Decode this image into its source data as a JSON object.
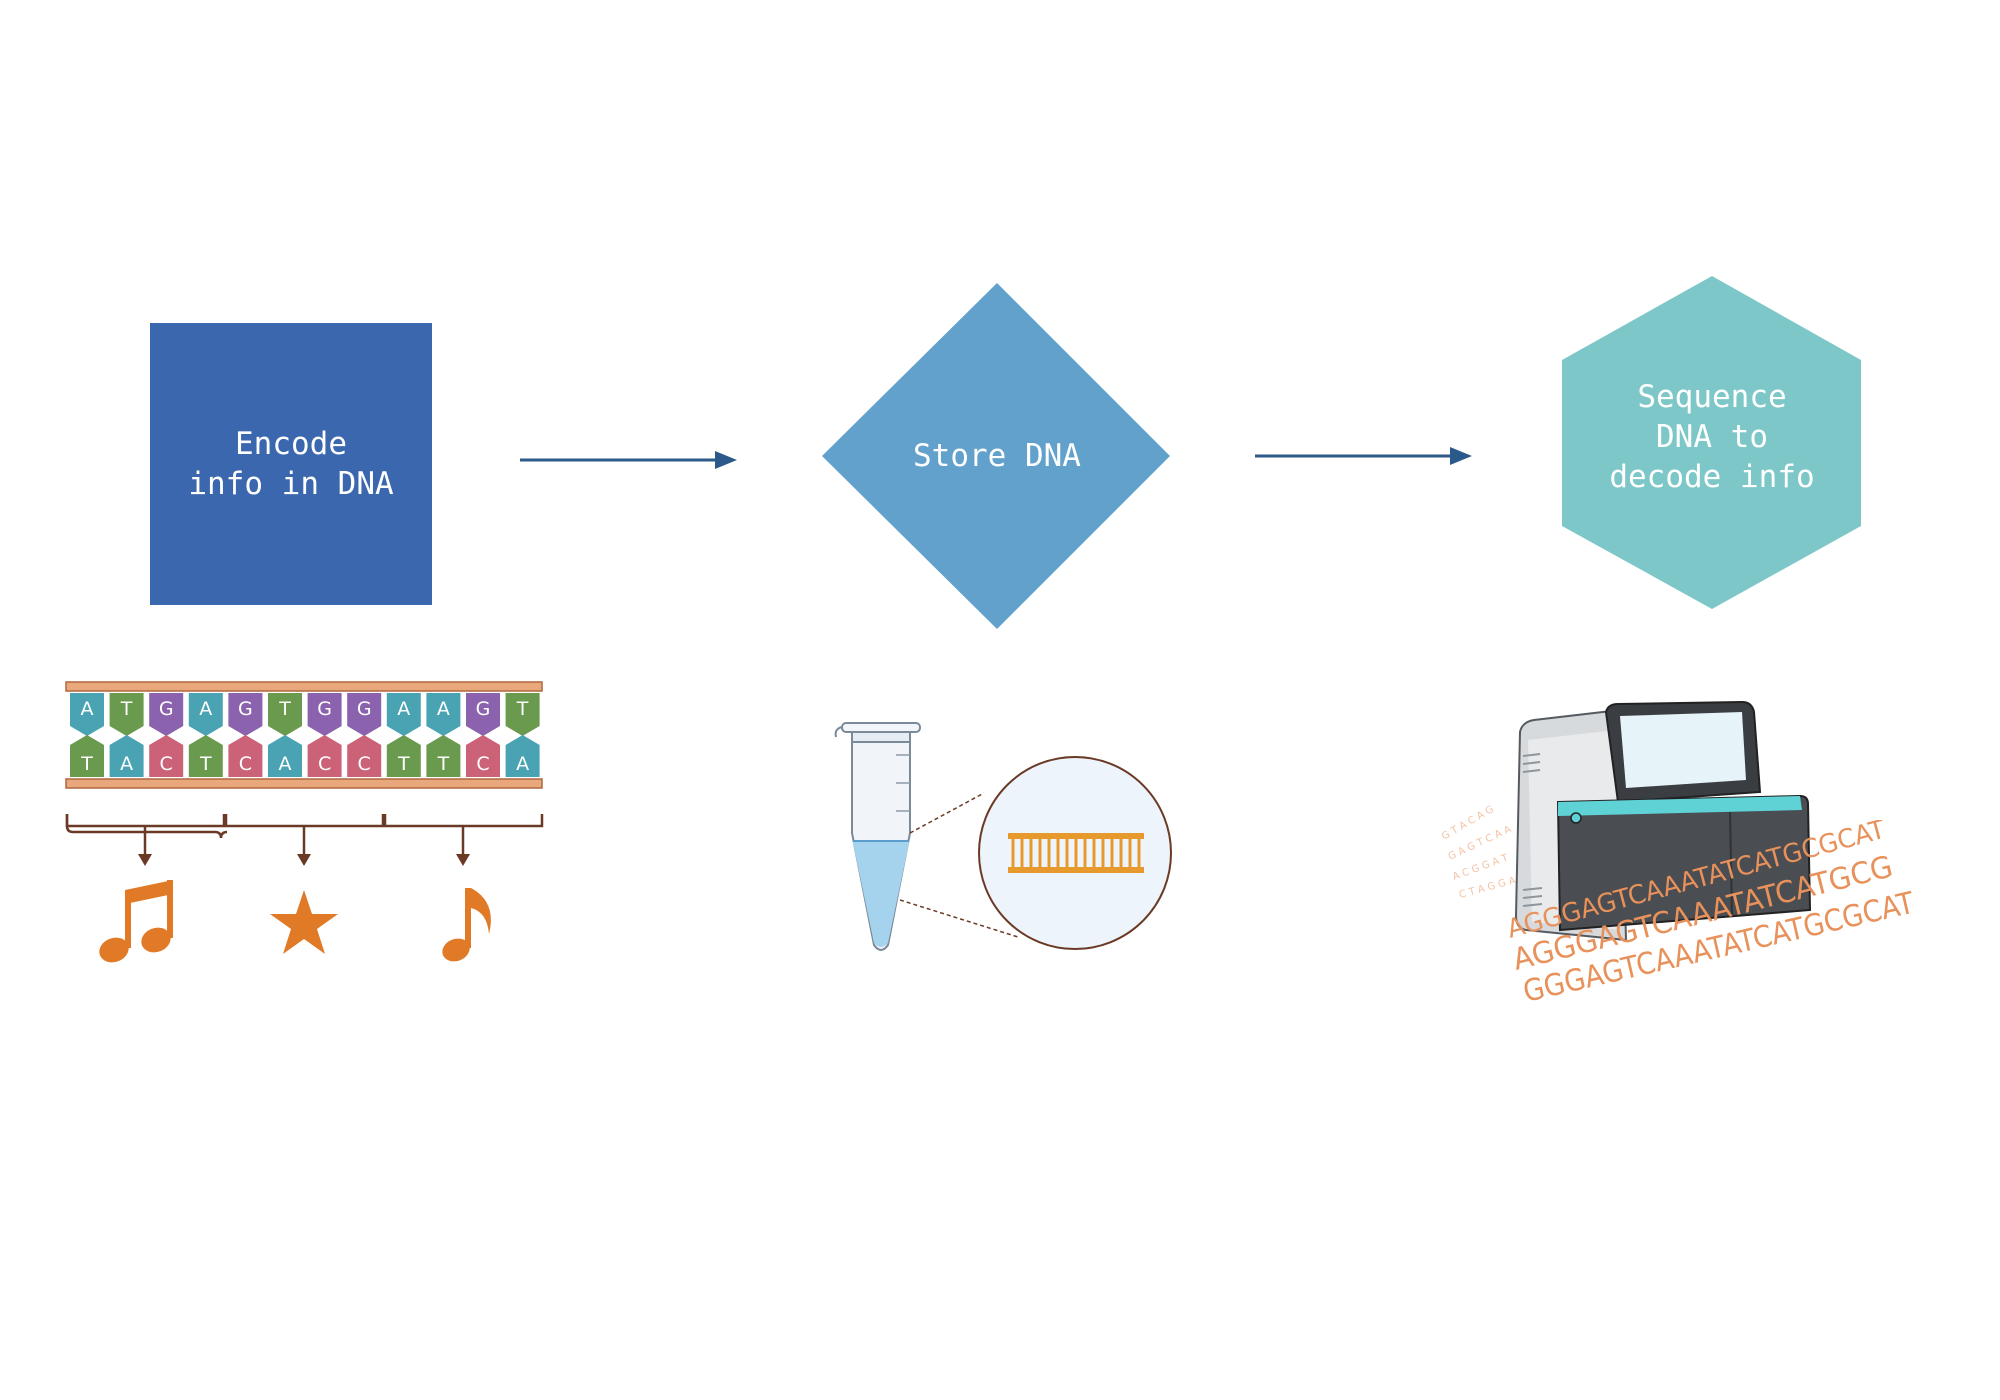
{
  "steps": [
    {
      "label_lines": [
        "Encode",
        "info in DNA"
      ],
      "color": "#3a67ae",
      "shape": "square"
    },
    {
      "label_lines": [
        "Store DNA"
      ],
      "color": "#62a1cc",
      "shape": "diamond"
    },
    {
      "label_lines": [
        "Sequence",
        "DNA to",
        "decode info"
      ],
      "color": "#7ec7c8",
      "shape": "hexagon"
    }
  ],
  "arrow_color": "#2b5a8a",
  "dna_strand": {
    "top": [
      "A",
      "T",
      "G",
      "A",
      "G",
      "T",
      "G",
      "G",
      "A",
      "A",
      "G",
      "T"
    ],
    "bottom": [
      "T",
      "A",
      "C",
      "T",
      "C",
      "A",
      "C",
      "C",
      "T",
      "T",
      "C",
      "A"
    ]
  },
  "base_colors": {
    "A": "#4aa3b3",
    "T": "#6a9a4e",
    "G": "#8a62ad",
    "C": "#cc6277"
  },
  "symbol_color": "#e07a26",
  "encoded_symbols": [
    "double-eighth-note-icon",
    "star-icon",
    "eighth-note-icon"
  ],
  "sequence_reads": [
    "AGGGAGTCAAATATCATGCGCAT",
    "AGGGAGTCAAATATCATGCG",
    "GGGAGTCAAATATCATGCGCAT"
  ],
  "sequence_color": "#e8915a"
}
